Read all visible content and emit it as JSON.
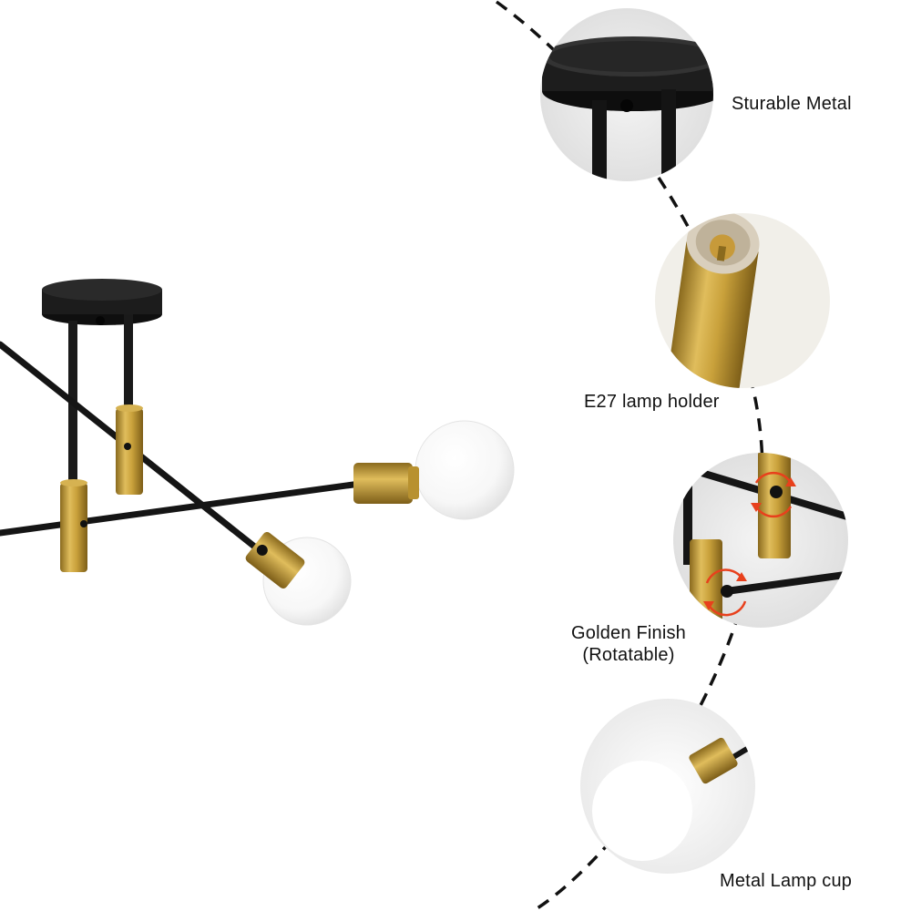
{
  "callouts": {
    "sturable_metal": "Sturable Metal",
    "lamp_holder": "E27 lamp holder",
    "golden_finish_line1": "Golden Finish",
    "golden_finish_line2": "(Rotatable)",
    "lamp_cup": "Metal Lamp cup"
  },
  "colors": {
    "background": "#ffffff",
    "metal_black": "#1a1a1a",
    "brass_gold": "#c9a13b",
    "bulb_white": "#fafafa",
    "rotate_arrow": "#e8401c"
  },
  "icons": {
    "rotate": "rotate-arrows-icon"
  }
}
